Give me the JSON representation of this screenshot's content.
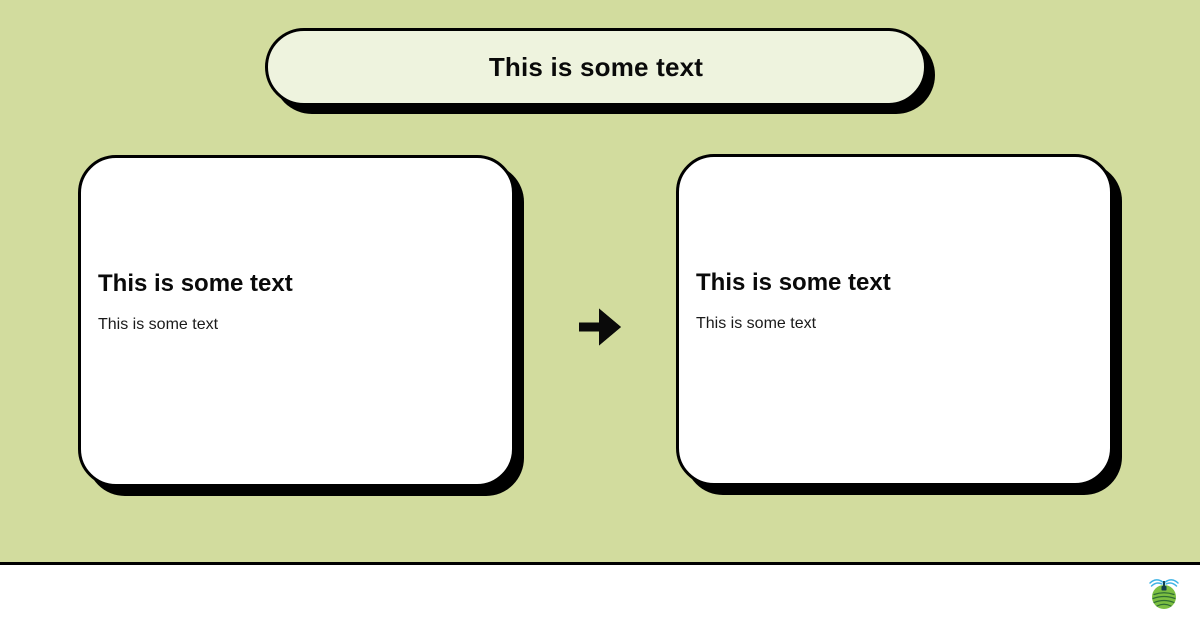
{
  "theme": {
    "background_color": "#d2dc9e",
    "banner_fill": "#eef3de",
    "card_fill": "#ffffff",
    "outline_color": "#000000",
    "footer_fill": "#ffffff",
    "logo_green": "#7cbf42",
    "logo_dark_green": "#2f6d33",
    "logo_blue": "#3fb3e5",
    "logo_dark": "#123f4d"
  },
  "banner": {
    "title": "This is some text"
  },
  "cards": [
    {
      "heading": "This is some text",
      "body": "This is some text"
    },
    {
      "heading": "This is some text",
      "body": "This is some text"
    }
  ],
  "arrow": {
    "glyph": "→",
    "direction": "right"
  },
  "footer": {
    "logo_icon": "irrigation-sprinkler-field-logo"
  }
}
